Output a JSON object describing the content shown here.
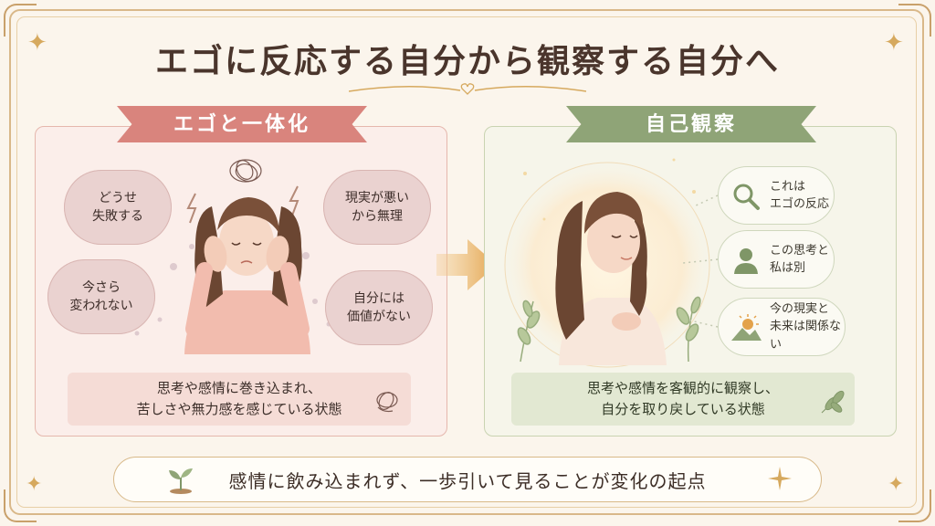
{
  "title": "エゴに反応する自分から観察する自分へ",
  "left_panel": {
    "ribbon": "エゴと一体化",
    "thoughts": [
      "どうせ\n失敗する",
      "現実が悪い\nから無理",
      "今さら\n変われない",
      "自分には\n価値がない"
    ],
    "caption": "思考や感情に巻き込まれ、\n苦しさや無力感を感じている状態"
  },
  "right_panel": {
    "ribbon": "自己観察",
    "items": [
      {
        "icon": "magnifier-icon",
        "text": "これは\nエゴの反応"
      },
      {
        "icon": "person-icon",
        "text": "この思考と\n私は別"
      },
      {
        "icon": "sunrise-icon",
        "text": "今の現実と\n未来は関係ない"
      }
    ],
    "caption": "思考や感情を客観的に観察し、\n自分を取り戻している状態"
  },
  "bottom_message": "感情に飲み込まれず、一歩引いて見ることが変化の起点",
  "colors": {
    "left_accent": "#d9847d",
    "right_accent": "#8fa477",
    "arrow": "#e3a24b",
    "frame": "#d9b889"
  }
}
